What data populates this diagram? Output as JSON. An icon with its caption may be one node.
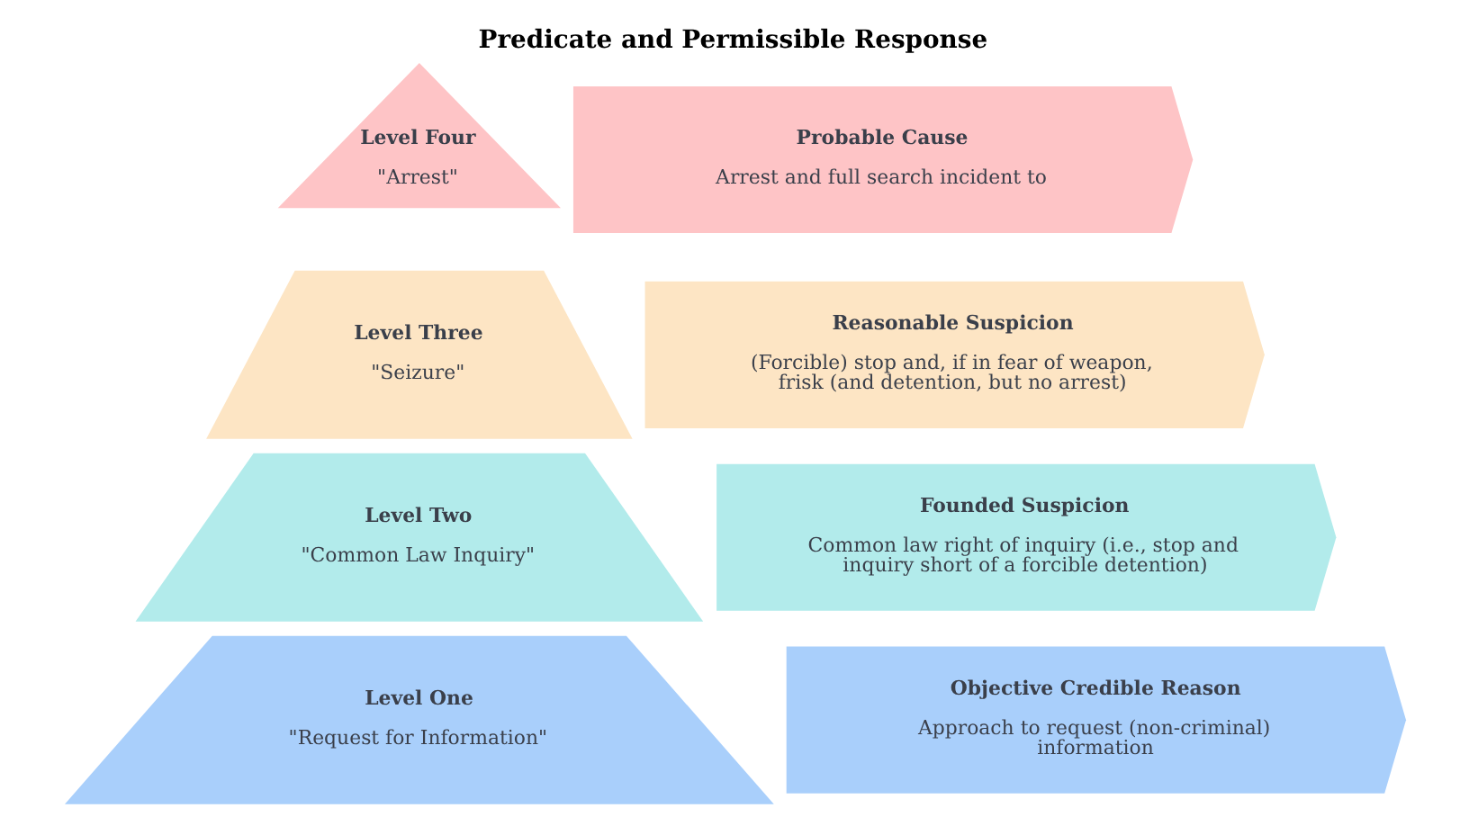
{
  "diagram": {
    "title": "Predicate and Permissible Response",
    "nodes": [
      {
        "text": [
          "Level Four",
          "\"Arrest\""
        ]
      },
      {
        "text": [
          "Probable Cause",
          "Arrest and full search incident to"
        ]
      },
      {
        "text": [
          "Level Three",
          "\"Seizure\""
        ]
      },
      {
        "text": [
          "Reasonable Suspicion",
          "(Forcible) stop and, if in fear of weapon, frisk (and detention, but no arrest)"
        ]
      },
      {
        "text": [
          "Level Two",
          "\"Common Law Inquiry\""
        ]
      },
      {
        "text": [
          "Founded Suspicion",
          "Common law right of inquiry (i.e., stop and inquiry short of a forcible detention)"
        ]
      },
      {
        "text": [
          "Level One",
          "\"Request for Information\""
        ]
      },
      {
        "text": [
          "Objective Credible Reason",
          "Approach to request (non-criminal) information"
        ]
      }
    ],
    "edges": []
  }
}
